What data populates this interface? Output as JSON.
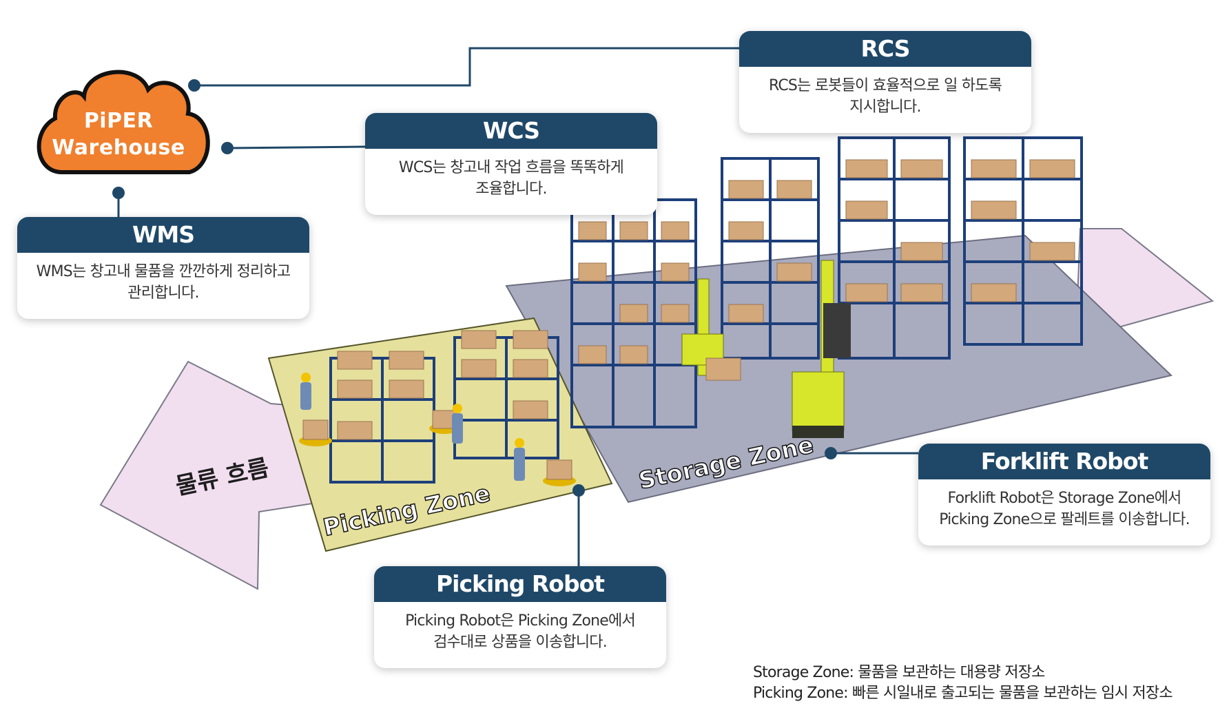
{
  "cloud": {
    "line1": "PiPER",
    "line2": "Warehouse",
    "fill": "#f07f2e"
  },
  "cards": {
    "wms": {
      "title": "WMS",
      "line1": "WMS는 창고내 물품을 깐깐하게 정리하고",
      "line2": "관리합니다."
    },
    "wcs": {
      "title": "WCS",
      "line1": "WCS는 창고내 작업 흐름을 똑똑하게",
      "line2": "조율합니다."
    },
    "rcs": {
      "title": "RCS",
      "line1": "RCS는 로봇들이 효율적으로 일 하도록",
      "line2": "지시합니다."
    },
    "forklift": {
      "title": "Forklift Robot",
      "line1": "Forklift Robot은 Storage Zone에서",
      "line2": "Picking Zone으로 팔레트를  이송합니다."
    },
    "picking": {
      "title": "Picking Robot",
      "line1": "Picking Robot은 Picking Zone에서",
      "line2": "검수대로 상품을 이송합니다."
    }
  },
  "zones": {
    "storage": "Storage Zone",
    "picking": "Picking Zone"
  },
  "flow_label": "물류 흐름",
  "footnote": {
    "line1": "Storage Zone: 물품을 보관하는 대용량 저장소",
    "line2": "Picking Zone: 빠른 시일내로 출고되는 물품을 보관하는 임시 저장소"
  },
  "colors": {
    "header": "#1f4868",
    "storage_floor": "#a9abbf",
    "picking_floor": "#e5e09c",
    "arrow": "#f1dff0",
    "rack": "#1d3f7a",
    "box": "#d3a87a",
    "forklift": "#d7e52b"
  }
}
